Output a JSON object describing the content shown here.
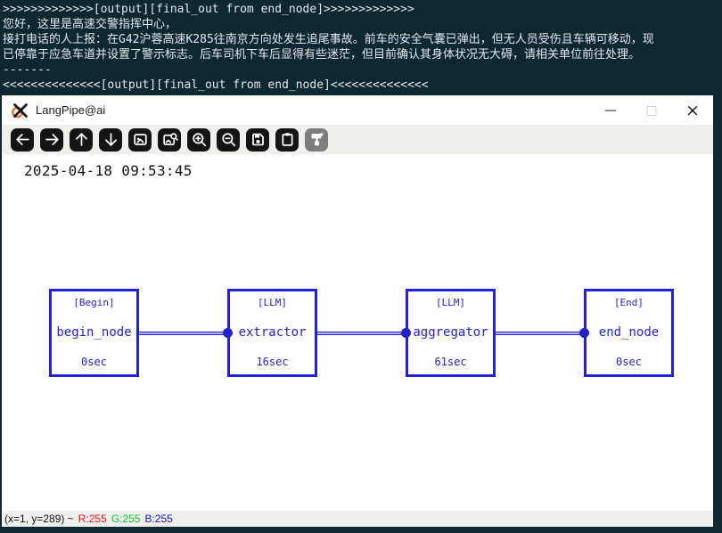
{
  "terminal": {
    "lines": [
      ">>>>>>>>>>>>>[output][final_out from end_node]>>>>>>>>>>>>>",
      "您好，这里是高速交警指挥中心，",
      "接打电话的人上报：在G42沪蓉高速K285往南京方向处发生追尾事故。前车的安全气囊已弹出，但无人员受伤且车辆可移动，现",
      "已停靠于应急车道并设置了警示标志。后车司机下车后显得有些迷茫，但目前确认其身体状况无大碍，请相关单位前往处理。",
      "-------",
      "<<<<<<<<<<<<<<[output][final_out from end_node]<<<<<<<<<<<<<<"
    ]
  },
  "window": {
    "title": "LangPipe@ai",
    "controls": {
      "minimize": "—",
      "maximize": "□",
      "close": "×"
    }
  },
  "toolbar": {
    "buttons": [
      {
        "name": "arrow-left",
        "disabled": false
      },
      {
        "name": "arrow-right",
        "disabled": false
      },
      {
        "name": "arrow-up",
        "disabled": false
      },
      {
        "name": "arrow-down",
        "disabled": false
      },
      {
        "name": "image",
        "disabled": false
      },
      {
        "name": "image-search",
        "disabled": false
      },
      {
        "name": "zoom-in",
        "disabled": false
      },
      {
        "name": "zoom-out",
        "disabled": false
      },
      {
        "name": "save",
        "disabled": false
      },
      {
        "name": "clipboard",
        "disabled": false
      },
      {
        "name": "paint",
        "disabled": true
      }
    ]
  },
  "canvas": {
    "timestamp": "2025-04-18 09:53:45",
    "pipeline": {
      "nodes": [
        {
          "type_label": "[Begin]",
          "name": "begin_node",
          "duration": "0sec"
        },
        {
          "type_label": "[LLM]",
          "name": "extractor",
          "duration": "16sec"
        },
        {
          "type_label": "[LLM]",
          "name": "aggregator",
          "duration": "61sec"
        },
        {
          "type_label": "[End]",
          "name": "end_node",
          "duration": "0sec"
        }
      ]
    }
  },
  "statusbar": {
    "coords": "(x=1, y=289) ~",
    "r": "R:255",
    "g": "G:255",
    "b": "B:255"
  },
  "colors": {
    "terminal_bg": "#0d2733",
    "terminal_text": "#e4e9e9",
    "node_blue": "#2222dd",
    "connector": "#b0b0e8",
    "dot": "#2222c8",
    "toolbar_btn": "#141414",
    "rgb_r": "#ee1111",
    "rgb_g": "#00cc22",
    "rgb_b": "#1111ee",
    "accent_orange": "#e8793c"
  }
}
